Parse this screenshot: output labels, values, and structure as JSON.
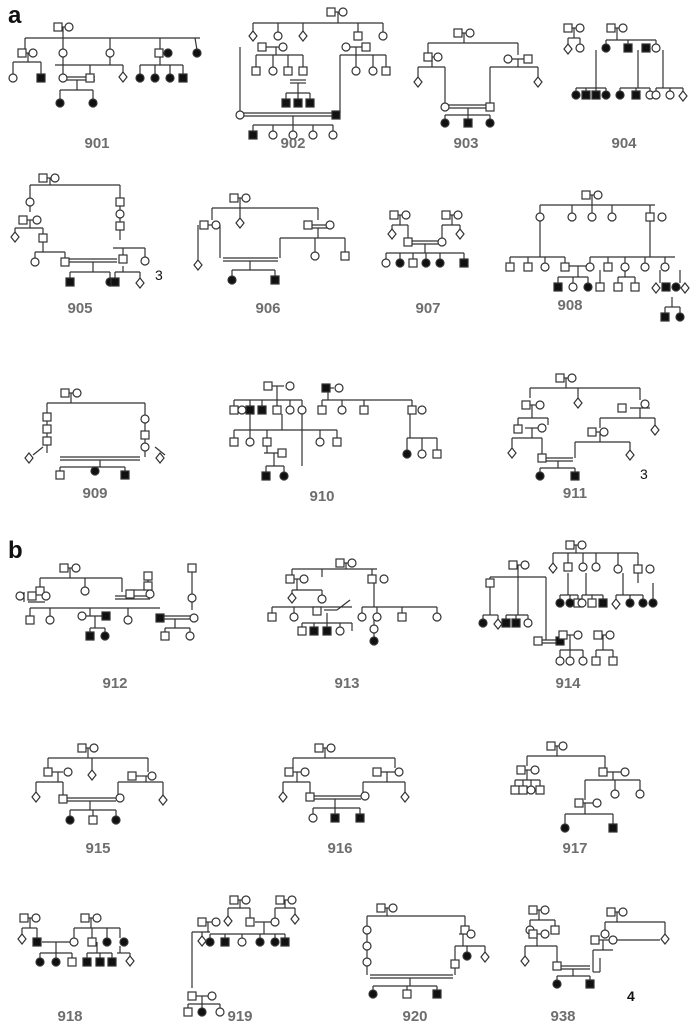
{
  "panels": [
    {
      "letter": "a",
      "pedigrees": [
        {
          "id": "901"
        },
        {
          "id": "902"
        },
        {
          "id": "903"
        },
        {
          "id": "904"
        },
        {
          "id": "905",
          "note": "3"
        },
        {
          "id": "906"
        },
        {
          "id": "907"
        },
        {
          "id": "908"
        },
        {
          "id": "909"
        },
        {
          "id": "910"
        },
        {
          "id": "911",
          "note": "3"
        }
      ]
    },
    {
      "letter": "b",
      "pedigrees": [
        {
          "id": "912"
        },
        {
          "id": "913"
        },
        {
          "id": "914"
        },
        {
          "id": "915"
        },
        {
          "id": "916"
        },
        {
          "id": "917"
        },
        {
          "id": "918"
        },
        {
          "id": "919"
        },
        {
          "id": "920"
        },
        {
          "id": "938",
          "note": "4"
        }
      ]
    }
  ],
  "colors": {
    "line": "#333333",
    "affected": "#111111",
    "unaffected": "#ffffff",
    "label": "#6e6e6e"
  },
  "symbols": {
    "square": "male",
    "circle": "female",
    "diamond": "sex-unknown",
    "filled": "affected",
    "double-line": "consanguineous-marriage"
  }
}
